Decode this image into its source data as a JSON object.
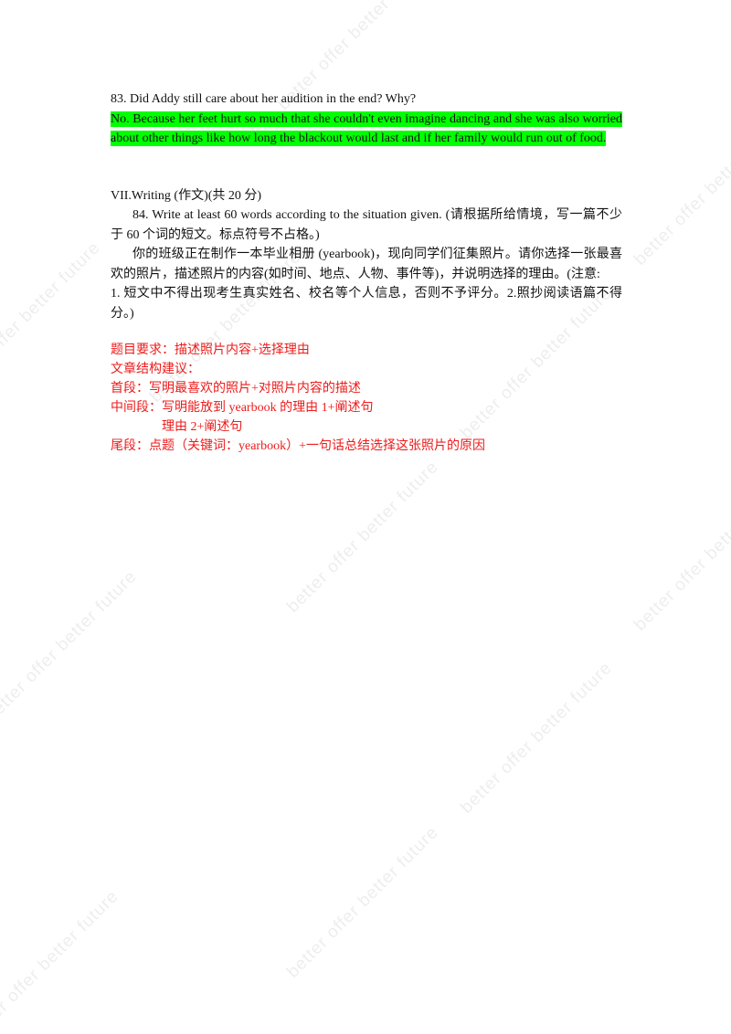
{
  "question83": "83. Did Addy still care about her audition in the end? Why?",
  "answer83": "No. Because her feet hurt so much that she couldn't even imagine dancing and she was also worried about other things like how long the blackout would last and if her family would run out of food.",
  "section_title": "VII.Writing (作文)(共 20 分)",
  "task": {
    "line1": "84. Write at least 60 words according to the situation given. (请根据所给情境，写一篇不少于 60 个词的短文。标点符号不占格。)",
    "line2": "你的班级正在制作一本毕业相册  (yearbook)，现向同学们征集照片。请你选择一张最喜欢的照片，描述照片的内容(如时间、地点、人物、事件等)，并说明选择的理由。(注意:",
    "line3": "1.  短文中不得出现考生真实姓名、校名等个人信息，否则不予评分。2.照抄阅读语篇不得分。)"
  },
  "guide": {
    "requirement": "题目要求：描述照片内容+选择理由",
    "structure_title": "文章结构建议：",
    "first_para": "首段：写明最喜欢的照片+对照片内容的描述",
    "middle_para_1": "中间段：写明能放到 yearbook 的理由 1+阐述句",
    "middle_para_2": "理由 2+阐述句",
    "last_para": "尾段：点题（关键词：yearbook）+一句话总结选择这张照片的原因"
  },
  "watermark_text": "better offer better future",
  "colors": {
    "highlight": "#00ff00",
    "guide_text": "#ee1b1b",
    "body_text": "#111111"
  }
}
